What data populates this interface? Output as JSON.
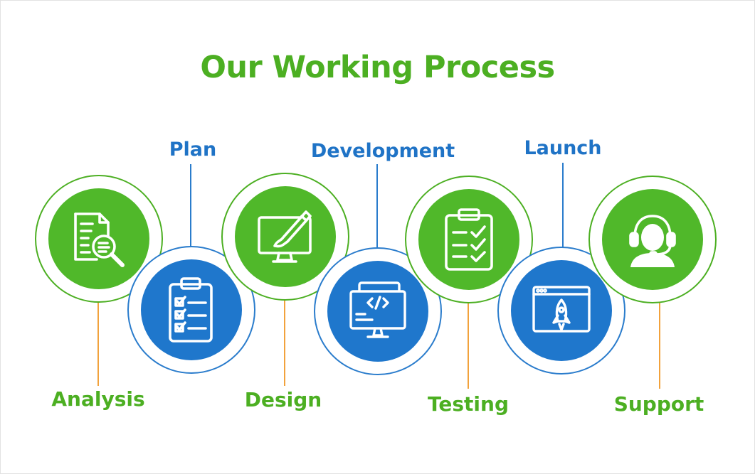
{
  "title": "Our Working Process",
  "colors": {
    "green": "#4caf22",
    "green_disc": "#50b82a",
    "blue": "#1f73c6",
    "blue_disc": "#1f77cc",
    "orange_line": "#f2a23c",
    "blue_line": "#2a7ccc",
    "icon_line": "#ffffff"
  },
  "steps": [
    {
      "label": "Analysis",
      "position": "bottom",
      "color": "green",
      "icon": "document-search-icon"
    },
    {
      "label": "Plan",
      "position": "top",
      "color": "blue",
      "icon": "clipboard-checklist-icon"
    },
    {
      "label": "Design",
      "position": "bottom",
      "color": "green",
      "icon": "monitor-pen-icon"
    },
    {
      "label": "Development",
      "position": "top",
      "color": "blue",
      "icon": "monitor-code-icon"
    },
    {
      "label": "Testing",
      "position": "bottom",
      "color": "green",
      "icon": "clipboard-check-icon"
    },
    {
      "label": "Launch",
      "position": "top",
      "color": "blue",
      "icon": "browser-rocket-icon"
    },
    {
      "label": "Support",
      "position": "bottom",
      "color": "green",
      "icon": "headset-user-icon"
    }
  ]
}
